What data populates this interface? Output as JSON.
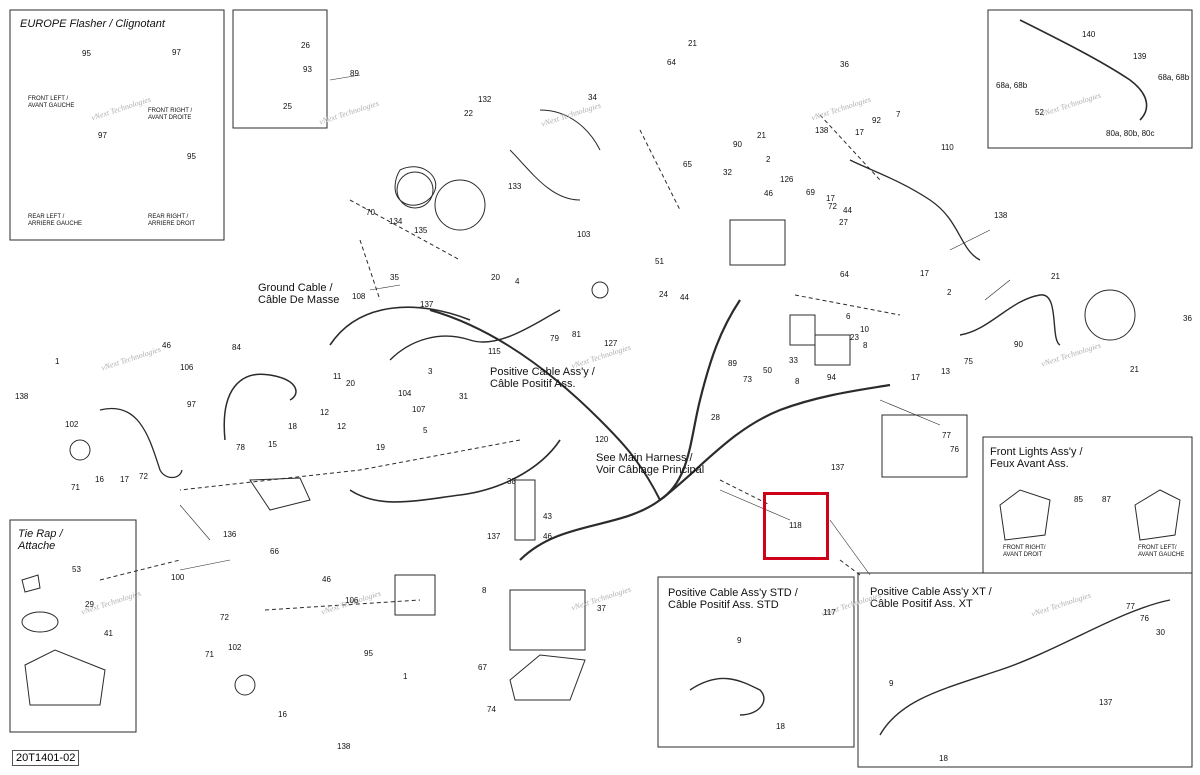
{
  "colors": {
    "line": "#2b2b2b",
    "highlight": "#d0021b",
    "watermark": "#b0b0b0"
  },
  "diagram_ref": "20T1401-02",
  "highlight": {
    "label": "118",
    "color": "#d0021b"
  },
  "titles": {
    "europe_flasher": "EUROPE Flasher / Clignotant",
    "ground_cable_1": "Ground Cable /",
    "ground_cable_2": "Câble De Masse",
    "pos_cable_1": "Positive Cable Ass'y /",
    "pos_cable_2": "Câble Positif Ass.",
    "main_harness_1": "See Main Harness /",
    "main_harness_2": "Voir Câblage Principal",
    "tie_rap_1": "Tie Rap /",
    "tie_rap_2": "Attache",
    "front_lights_1": "Front Lights Ass'y /",
    "front_lights_2": "Feux Avant Ass.",
    "std_1": "Positive Cable Ass'y STD /",
    "std_2": "Câble Positif Ass. STD",
    "xt_1": "Positive Cable Ass'y XT /",
    "xt_2": "Câble Positif Ass. XT"
  },
  "captions": {
    "front_left_1": "FRONT LEFT /",
    "front_left_2": "AVANT GAUCHE",
    "front_right_1": "FRONT RIGHT /",
    "front_right_2": "AVANT DROITE",
    "rear_left_1": "REAR LEFT /",
    "rear_left_2": "ARRIERE GAUCHE",
    "rear_right_1": "REAR RIGHT /",
    "rear_right_2": "ARRIERE DROIT",
    "fl_right_1": "FRONT RIGHT/",
    "fl_right_2": "AVANT DROIT",
    "fl_left_1": "FRONT LEFT/",
    "fl_left_2": "AVANT GAUCHE"
  },
  "watermark": {
    "line1": "vNext",
    "line2": "Technologies"
  },
  "callouts": [
    "95",
    "97",
    "95",
    "97",
    "26",
    "93",
    "25",
    "89",
    "132",
    "22",
    "34",
    "133",
    "21",
    "64",
    "36",
    "90",
    "21",
    "138",
    "17",
    "92",
    "7",
    "110",
    "140",
    "139",
    "68a, 68b",
    "68a, 68b",
    "52",
    "80a, 80b, 80c",
    "65",
    "32",
    "46",
    "126",
    "69",
    "17",
    "44",
    "27",
    "2",
    "72",
    "70",
    "134",
    "135",
    "35",
    "103",
    "51",
    "24",
    "44",
    "64",
    "138",
    "17",
    "2",
    "21",
    "36",
    "90",
    "21",
    "108",
    "137",
    "20",
    "4",
    "81",
    "127",
    "79",
    "115",
    "84",
    "11",
    "3",
    "20",
    "104",
    "107",
    "5",
    "31",
    "12",
    "19",
    "12",
    "18",
    "15",
    "78",
    "120",
    "89",
    "73",
    "50",
    "33",
    "8",
    "94",
    "6",
    "10",
    "8",
    "23",
    "17",
    "13",
    "75",
    "28",
    "46",
    "106",
    "97",
    "138",
    "102",
    "71",
    "16",
    "17",
    "72",
    "136",
    "66",
    "100",
    "137",
    "38",
    "43",
    "46",
    "67",
    "74",
    "8",
    "37",
    "46",
    "106",
    "72",
    "102",
    "95",
    "1",
    "71",
    "16",
    "138",
    "53",
    "29",
    "41",
    "118",
    "137",
    "117",
    "9",
    "18",
    "77",
    "76",
    "30",
    "9",
    "137",
    "18",
    "85",
    "87",
    "77",
    "76",
    "1"
  ]
}
